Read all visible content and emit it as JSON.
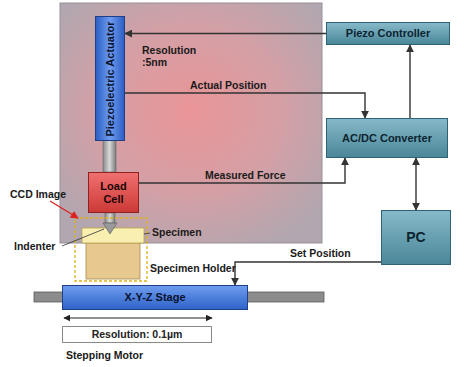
{
  "diagram": {
    "nodes": [
      {
        "text": [
          "Piezoelectric Actuator"
        ]
      },
      {
        "text": [
          "Piezo Controller"
        ]
      },
      {
        "text": [
          "AC/DC Converter"
        ]
      },
      {
        "text": [
          "Load Cell"
        ]
      },
      {
        "text": [
          "PC"
        ]
      },
      {
        "text": [
          "X-Y-Z Stage"
        ]
      },
      {
        "text": [
          "Resolution: 0.1µm"
        ]
      }
    ],
    "edges": [
      {
        "from": 1,
        "to": 0,
        "arrow": "to"
      },
      {
        "from": 0,
        "to": 2,
        "label": "Actual Position",
        "arrow": "to"
      },
      {
        "from": 2,
        "to": 1,
        "arrow": "to"
      },
      {
        "from": 3,
        "to": 2,
        "label": "Measured Force",
        "arrow": "to"
      },
      {
        "from": 2,
        "to": 4,
        "arrow": "both"
      },
      {
        "from": 4,
        "to": 5,
        "label": "Set Position",
        "arrow": "to"
      }
    ],
    "labels": [
      "Resolution :5nm",
      "CCD Image",
      "Indenter",
      "Specimen",
      "Specimen Holder",
      "Stepping Motor"
    ]
  }
}
